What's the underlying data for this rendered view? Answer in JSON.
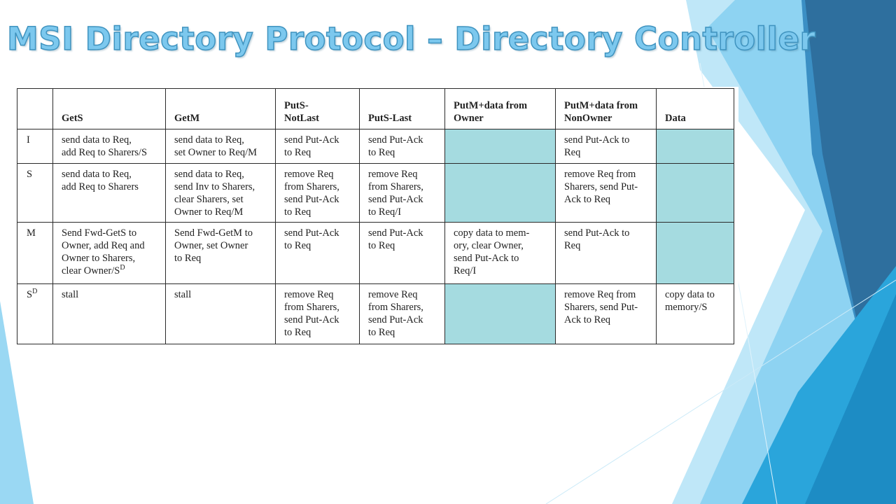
{
  "slide": {
    "title": "MSI Directory Protocol – Directory Controller"
  },
  "colors": {
    "title_fill": "#7cc8ee",
    "title_outline": "#3f93bf",
    "shaded_cell": "#a5dbe0"
  },
  "table": {
    "headers": [
      "",
      "GetS",
      "GetM",
      "PutS-\nNotLast",
      "PutS-Last",
      "PutM+data from\nOwner",
      "PutM+data from\nNonOwner",
      "Data"
    ],
    "rows": [
      {
        "state": "I",
        "state_sup": "",
        "cells": [
          {
            "text": "send data to Req,\nadd Req to Sharers/S",
            "shaded": false
          },
          {
            "text": "send data to Req,\nset Owner to Req/M",
            "shaded": false
          },
          {
            "text": "send Put-Ack\nto Req",
            "shaded": false
          },
          {
            "text": "send Put-Ack\nto Req",
            "shaded": false
          },
          {
            "text": "",
            "shaded": true
          },
          {
            "text": "send Put-Ack to\nReq",
            "shaded": false
          },
          {
            "text": "",
            "shaded": true
          }
        ]
      },
      {
        "state": "S",
        "state_sup": "",
        "cells": [
          {
            "text": "send data to Req,\nadd Req to Sharers",
            "shaded": false
          },
          {
            "text": "send data to Req,\nsend Inv to Sharers,\nclear Sharers, set\nOwner to Req/M",
            "shaded": false
          },
          {
            "text": "remove Req\nfrom Sharers,\nsend Put-Ack\nto Req",
            "shaded": false
          },
          {
            "text": "remove Req\nfrom Sharers,\nsend Put-Ack\nto Req/I",
            "shaded": false
          },
          {
            "text": "",
            "shaded": true
          },
          {
            "text": "remove Req from\nSharers, send Put-\nAck to Req",
            "shaded": false
          },
          {
            "text": "",
            "shaded": true
          }
        ]
      },
      {
        "state": "M",
        "state_sup": "",
        "cells": [
          {
            "text": "Send Fwd-GetS to\nOwner, add Req and\nOwner to Sharers,\nclear Owner/S",
            "sup": "D",
            "shaded": false
          },
          {
            "text": "Send Fwd-GetM to\nOwner, set Owner\nto Req",
            "shaded": false
          },
          {
            "text": "send Put-Ack\nto Req",
            "shaded": false
          },
          {
            "text": "send Put-Ack\nto Req",
            "shaded": false
          },
          {
            "text": "copy data to mem-\nory, clear Owner,\nsend Put-Ack to\nReq/I",
            "shaded": false
          },
          {
            "text": "send Put-Ack to\nReq",
            "shaded": false
          },
          {
            "text": "",
            "shaded": true
          }
        ]
      },
      {
        "state": "S",
        "state_sup": "D",
        "cells": [
          {
            "text": "stall",
            "shaded": false
          },
          {
            "text": "stall",
            "shaded": false
          },
          {
            "text": "remove Req\nfrom Sharers,\nsend Put-Ack\nto Req",
            "shaded": false
          },
          {
            "text": "remove Req\nfrom Sharers,\nsend Put-Ack\nto Req",
            "shaded": false
          },
          {
            "text": "",
            "shaded": true
          },
          {
            "text": "remove Req from\nSharers, send Put-\nAck to Req",
            "shaded": false
          },
          {
            "text": "copy data to\nmemory/S",
            "shaded": false
          }
        ]
      }
    ]
  }
}
